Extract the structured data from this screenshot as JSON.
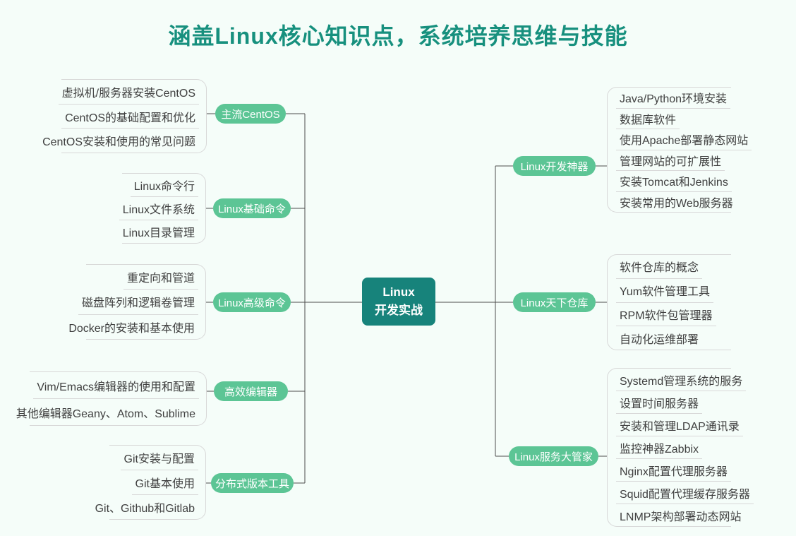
{
  "title": "涵盖Linux核心知识点，系统培养思维与技能",
  "center": {
    "line1": "Linux",
    "line2": "开发实战"
  },
  "colors": {
    "background": "#f5fdf9",
    "title_text": "#17907e",
    "center_node_bg": "#17837b",
    "branch_pill_bg": "#5cc595",
    "connector_line": "#4d4d4d",
    "bracket_line": "#d8d8d8",
    "leaf_text": "#3f3f3f"
  },
  "left_branches": [
    {
      "label": "主流CentOS",
      "items": [
        "虚拟机/服务器安装CentOS",
        "CentOS的基础配置和优化",
        "CentOS安装和使用的常见问题"
      ]
    },
    {
      "label": "Linux基础命令",
      "items": [
        "Linux命令行",
        "Linux文件系统",
        "Linux目录管理"
      ]
    },
    {
      "label": "Linux高级命令",
      "items": [
        "重定向和管道",
        "磁盘阵列和逻辑卷管理",
        "Docker的安装和基本使用"
      ]
    },
    {
      "label": "高效编辑器",
      "items": [
        "Vim/Emacs编辑器的使用和配置",
        "其他编辑器Geany、Atom、Sublime"
      ]
    },
    {
      "label": "分布式版本工具",
      "items": [
        "Git安装与配置",
        "Git基本使用",
        "Git、Github和Gitlab"
      ]
    }
  ],
  "right_branches": [
    {
      "label": "Linux开发神器",
      "items": [
        "Java/Python环境安装",
        "数据库软件",
        "使用Apache部署静态网站",
        "管理网站的可扩展性",
        "安装Tomcat和Jenkins",
        "安装常用的Web服务器"
      ]
    },
    {
      "label": "Linux天下仓库",
      "items": [
        "软件仓库的概念",
        "Yum软件管理工具",
        "RPM软件包管理器",
        "自动化运维部署"
      ]
    },
    {
      "label": "Linux服务大管家",
      "items": [
        "Systemd管理系统的服务",
        "设置时间服务器",
        "安装和管理LDAP通讯录",
        "监控神器Zabbix",
        "Nginx配置代理服务器",
        "Squid配置代理缓存服务器",
        "LNMP架构部署动态网站"
      ]
    }
  ]
}
